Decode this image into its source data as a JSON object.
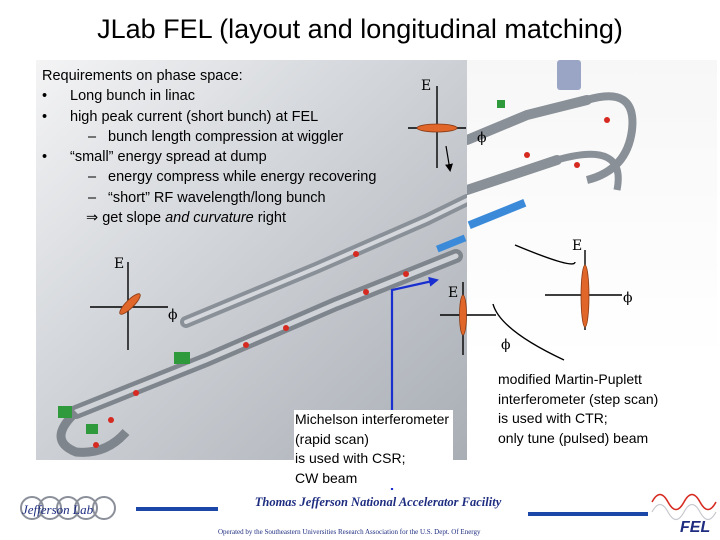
{
  "title": "JLab FEL (layout and longitudinal matching)",
  "requirements": {
    "heading": "Requirements on phase space:",
    "b1": "Long bunch in linac",
    "b2": "high peak current (short bunch) at FEL",
    "b2d1": "bunch length compression at wiggler",
    "b3": "“small” energy spread at dump",
    "b3d1": "energy compress while energy recovering",
    "b3d2": "“short” RF wavelength/long bunch",
    "implies_symbol": "⇒",
    "implies_pre": "get slope ",
    "implies_em": "and curvature",
    "implies_post": " right"
  },
  "axes": {
    "e": "E",
    "phi": "ϕ"
  },
  "captions": {
    "michelson": [
      "Michelson interferometer",
      "(rapid scan)",
      "is used with CSR;",
      "CW beam"
    ],
    "martin": [
      "modified Martin-Puplett",
      "interferometer (step scan)",
      "is used with CTR;",
      "only tune (pulsed) beam"
    ]
  },
  "footer": {
    "lab": "Thomas Jefferson National Accelerator Facility",
    "operated": "Operated by the Southeastern Universities Research Association for the U.S. Dept. Of Energy",
    "logo_left_text": "Jefferson Lab",
    "logo_right_text": "FEL"
  },
  "colors": {
    "ellipse": "#e0662a",
    "axis": "#000000",
    "arrow": "#1a2fd0",
    "brand": "#1e2d80",
    "photo_bg": "#b9bdc3"
  }
}
